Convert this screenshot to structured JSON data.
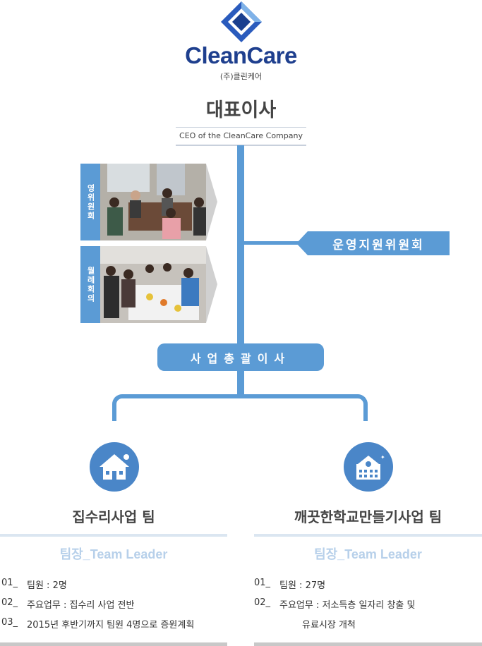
{
  "logo": {
    "name": "CleanCare",
    "sub": "(주)클린케어"
  },
  "ceo": {
    "title": "대표이사",
    "subtitle": "CEO of the CleanCare Company"
  },
  "photos": [
    {
      "label": "영위원회"
    },
    {
      "label": "월례회의"
    }
  ],
  "committee": "운영지원위원회",
  "director": "사업총괄이사",
  "teams": [
    {
      "title": "집수리사업 팀",
      "leader": "팀장_Team Leader",
      "items": [
        {
          "num": "01_",
          "text": "팀원 : 2명"
        },
        {
          "num": "02_",
          "text": "주요업무 : 집수리 사업 전반"
        },
        {
          "num": "03_",
          "text": "2015년 후반기까지 팀원 4명으로 증원계획"
        }
      ]
    },
    {
      "title": "깨끗한학교만들기사업 팀",
      "leader": "팀장_Team Leader",
      "items": [
        {
          "num": "01_",
          "text": "팀원 : 27명"
        },
        {
          "num": "02_",
          "text": "주요업무 : 저소득층 일자리 창출 및"
        },
        {
          "num": "",
          "text": "유료시장 개척"
        }
      ]
    }
  ],
  "colors": {
    "brand": "#1e3f8e",
    "accent": "#5b9bd5",
    "circle": "#4a86c8",
    "leader": "#b7d0ea"
  }
}
